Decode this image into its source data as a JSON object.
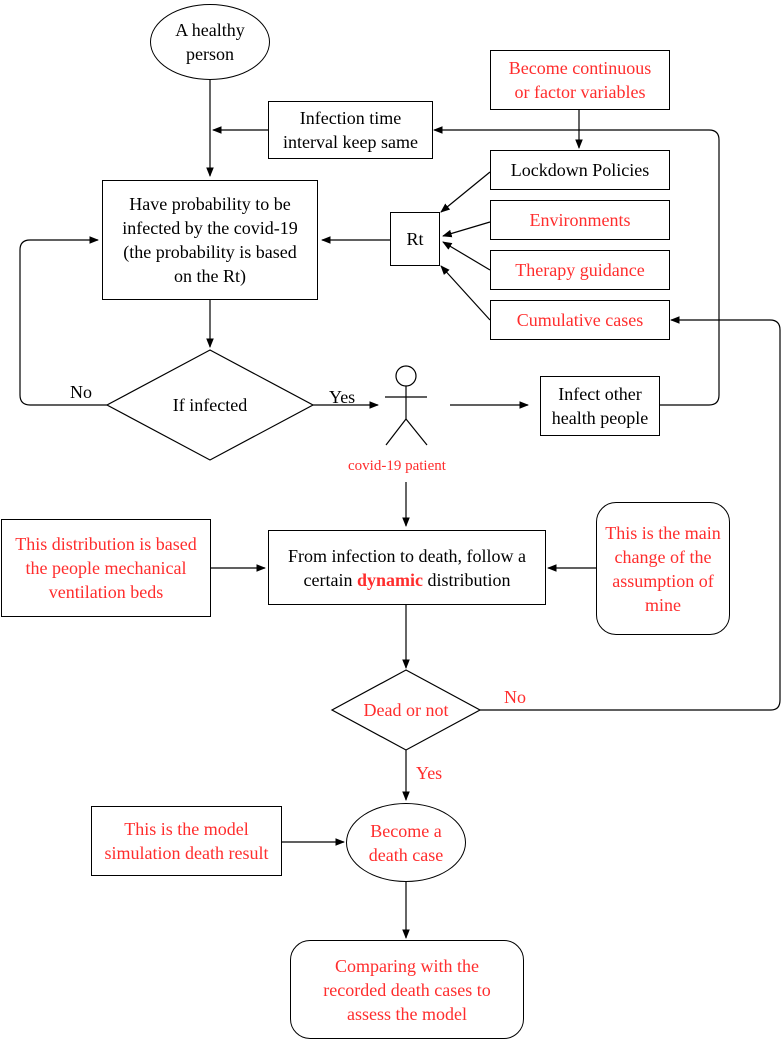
{
  "nodes": {
    "healthy_person": [
      "A healthy",
      "person"
    ],
    "infection_interval": [
      "Infection time",
      "interval keep same"
    ],
    "become_continuous": [
      "Become continuous",
      "or factor variables"
    ],
    "have_probability": [
      "Have probability to be",
      "infected by the covid-19",
      "(the probability is based",
      "on the Rt)"
    ],
    "rt": "Rt",
    "lockdown": "Lockdown Policies",
    "environments": "Environments",
    "therapy": "Therapy guidance",
    "cumulative": "Cumulative cases",
    "if_infected": "If infected",
    "patient_caption": "covid-19 patient",
    "infect_other": [
      "Infect other",
      "health people"
    ],
    "distribution_based": [
      "This distribution is based",
      "the people mechanical",
      "ventilation beds"
    ],
    "infection_to_death": {
      "line1": "From infection to death, follow a",
      "line2_before": "certain",
      "line2_emph": "dynamic",
      "line2_after": "distribution"
    },
    "main_change": [
      "This is the main",
      "change of the",
      "assumption of",
      "mine"
    ],
    "dead_or_not": "Dead or not",
    "model_result": [
      "This is the model",
      "simulation death result"
    ],
    "become_death": [
      "Become a",
      "death case"
    ],
    "comparing": [
      "Comparing with the",
      "recorded death cases to",
      "assess the model"
    ]
  },
  "edge_labels": {
    "no_infected": "No",
    "yes_infected": "Yes",
    "no_dead": "No",
    "yes_dead": "Yes"
  },
  "colors": {
    "stroke": "#000000",
    "accent_text": "#ff2d2d"
  }
}
